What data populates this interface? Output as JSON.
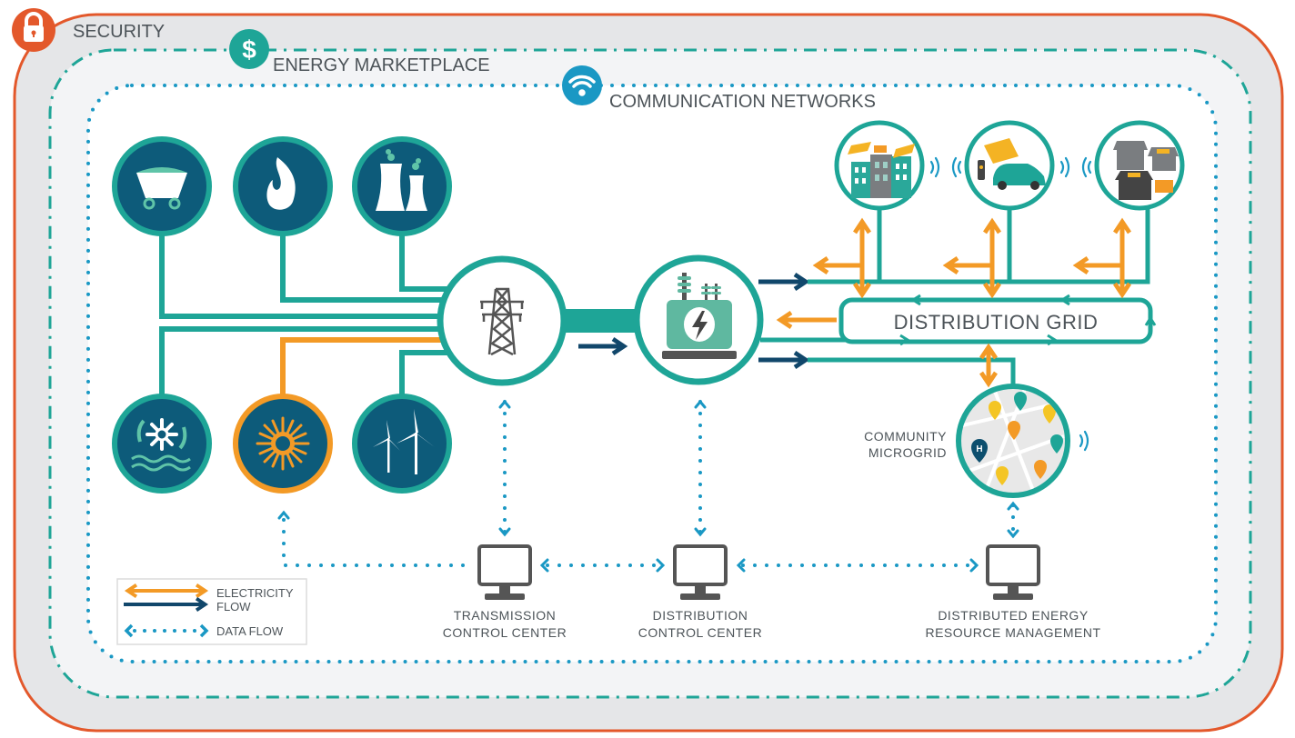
{
  "colors": {
    "security": "#e3582b",
    "marketplace": "#1ea597",
    "network": "#1a98c4",
    "teal": "#1ea597",
    "navy_fill": "#0d5b7a",
    "orange": "#f39a26",
    "navy_arrow": "#11476b",
    "text": "#4d5459"
  },
  "layers": [
    {
      "label": "SECURITY",
      "icon": "lock-icon"
    },
    {
      "label": "ENERGY MARKETPLACE",
      "icon": "dollar-icon"
    },
    {
      "label": "COMMUNICATION NETWORKS",
      "icon": "wifi-icon"
    }
  ],
  "generation_sources": [
    {
      "name": "coal",
      "icon": "coal-cart-icon"
    },
    {
      "name": "natural-gas",
      "icon": "flame-icon"
    },
    {
      "name": "nuclear",
      "icon": "cooling-tower-icon"
    },
    {
      "name": "hydro",
      "icon": "water-turbine-icon"
    },
    {
      "name": "solar",
      "icon": "sun-icon"
    },
    {
      "name": "wind",
      "icon": "wind-turbine-icon"
    }
  ],
  "hubs": {
    "transmission": {
      "icon": "transmission-tower-icon"
    },
    "substation": {
      "icon": "transformer-icon"
    }
  },
  "distribution_grid": {
    "label": "DISTRIBUTION GRID"
  },
  "consumers": [
    {
      "name": "commercial-buildings",
      "icon": "buildings-icon"
    },
    {
      "name": "electric-vehicle",
      "icon": "ev-charging-icon"
    },
    {
      "name": "homes",
      "icon": "houses-icon"
    }
  ],
  "microgrid": {
    "line1": "COMMUNITY",
    "line2": "MICROGRID"
  },
  "control_centers": [
    {
      "line1": "TRANSMISSION",
      "line2": "CONTROL CENTER"
    },
    {
      "line1": "DISTRIBUTION",
      "line2": "CONTROL CENTER"
    },
    {
      "line1": "DISTRIBUTED ENERGY",
      "line2": "RESOURCE MANAGEMENT"
    }
  ],
  "legend": {
    "electricity_line1": "ELECTRICITY",
    "electricity_line2": "FLOW",
    "data": "DATA FLOW"
  }
}
